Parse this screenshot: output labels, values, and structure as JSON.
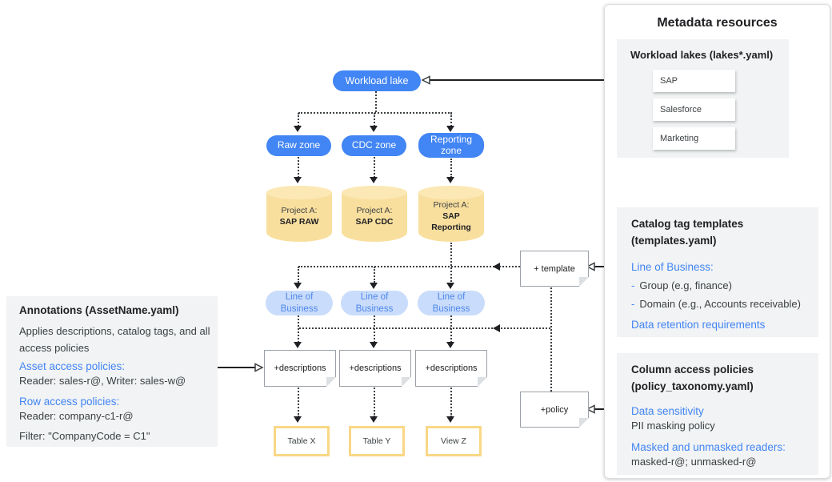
{
  "diagram": {
    "workload_lake_label": "Workload lake",
    "zones": [
      {
        "label": "Raw zone"
      },
      {
        "label": "CDC zone"
      },
      {
        "label": "Reporting zone"
      }
    ],
    "projects": [
      {
        "prefix": "Project A:",
        "name": "SAP RAW"
      },
      {
        "prefix": "Project A:",
        "name": "SAP CDC"
      },
      {
        "prefix": "Project A:",
        "name": "SAP Reporting"
      }
    ],
    "lob_label": "Line of Business",
    "descriptions_label": "+descriptions",
    "template_note_label": "+ template",
    "policy_note_label": "+policy",
    "outputs": [
      {
        "label": "Table X"
      },
      {
        "label": "Table Y"
      },
      {
        "label": "View Z"
      }
    ]
  },
  "annotations_panel": {
    "title": "Annotations (AssetName.yaml)",
    "description": "Applies descriptions, catalog tags, and all access policies",
    "asset_heading": "Asset access policies:",
    "asset_value": "Reader: sales-r@, Writer: sales-w@",
    "row_heading": "Row access policies:",
    "row_value": "Reader: company-c1-r@",
    "filter_value": "Filter: \"CompanyCode = C1\""
  },
  "metadata_panel": {
    "title": "Metadata resources",
    "workload_lakes": {
      "heading": "Workload lakes (lakes*.yaml)",
      "items": [
        "SAP",
        "Salesforce",
        "Marketing"
      ]
    },
    "catalog_templates": {
      "heading": "Catalog tag templates (templates.yaml)",
      "lob_heading": "Line of Business:",
      "dash": "-",
      "bullets": [
        "Group (e.g, finance)",
        "Domain (e.g., Accounts receivable)"
      ],
      "retention": "Data retention requirements"
    },
    "column_policies": {
      "heading": "Column access policies (policy_taxonomy.yaml)",
      "sensitivity_heading": "Data sensitivity",
      "sensitivity_value": "PII masking policy",
      "readers_heading": "Masked and unmasked readers:",
      "readers_value": "masked-r@; unmasked-r@"
    }
  },
  "colors": {
    "primary_blue": "#4285F4",
    "light_blue_tag": "#C9DCFB",
    "cylinder_yellow": "#F9DF9E",
    "table_border_yellow": "#F9D785",
    "panel_gray": "#F1F3F4",
    "link_blue": "#4285F4"
  }
}
